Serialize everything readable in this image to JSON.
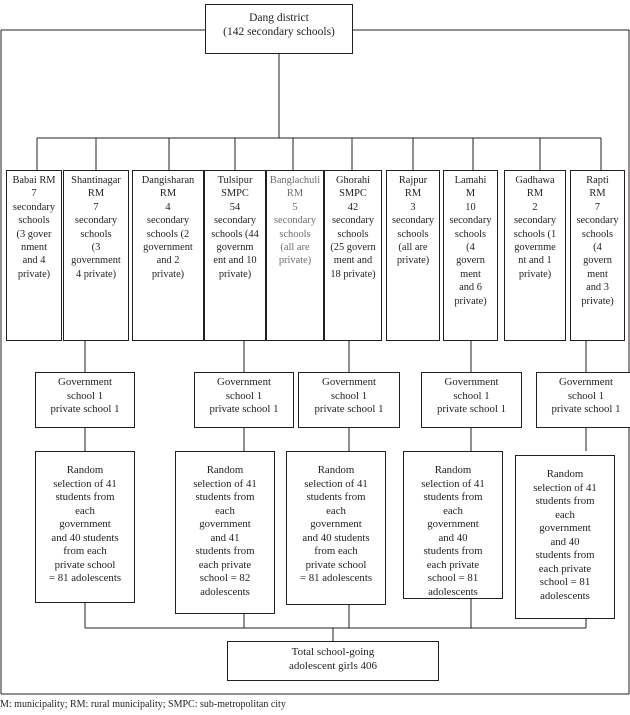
{
  "root": "Dang district\n(142 secondary schools)",
  "municipalities": [
    "Babai RM\n7\nsecondary\nschools\n(3 gover\nnment\nand 4\nprivate)",
    "Shantinagar\nRM\n7\nsecondary\nschools\n(3\ngovernment\n4 private)",
    "Dangisharan\nRM\n4\nsecondary\nschools (2\ngovernment\nand 2\nprivate)",
    "Tulsipur\nSMPC\n54\nsecondary\nschools (44\ngovernm\nent and 10\nprivate)",
    "Banglachuli\nRM\n5\nsecondary\nschools\n(all are\nprivate)",
    "Ghorahi\nSMPC\n42\nsecondary\nschools\n(25 govern\nment and\n18 private)",
    "Rajpur\nRM\n3\nsecondary\nschools\n(all are\nprivate)",
    "Lamahi\nM\n10\nsecondary\nschools\n(4\ngovern\nment\nand 6\nprivate)",
    "Gadhawa\nRM\n2\nsecondary\nschools (1\ngovernme\nnt and 1\nprivate)",
    "Rapti\nRM\n7\nsecondary\nschools\n(4\ngovern\nment\nand 3\nprivate)"
  ],
  "government_groups": [
    "Government\nschool 1\nprivate school 1",
    "Government\nschool 1\nprivate school 1",
    "Government\nschool 1\nprivate school 1",
    "Government\nschool 1\nprivate school 1",
    "Government\nschool 1\nprivate school 1"
  ],
  "random_selection": [
    "Random\nselection of 41\nstudents from\neach\ngovernment\nand 40 students\nfrom each\nprivate school\n= 81 adolescents",
    "Random\nselection of 41\nstudents from\neach\ngovernment\nand 41\nstudents from\neach private\nschool = 82\nadolescents",
    "Random\nselection of 41\nstudents from\neach\ngovernment\nand 40 students\nfrom each\nprivate school\n= 81 adolescents",
    "Random\nselection of 41\nstudents from\neach\ngovernment\nand 40\nstudents from\neach private\nschool = 81\nadolescents",
    "Random\nselection of 41\nstudents from\neach\ngovernment\nand 40\nstudents from\neach private\nschool = 81\nadolescents"
  ],
  "total": "Total school-going\nadolescent girls 406",
  "footnote": "M: municipality; RM: rural municipality; SMPC: sub-metropolitan city"
}
